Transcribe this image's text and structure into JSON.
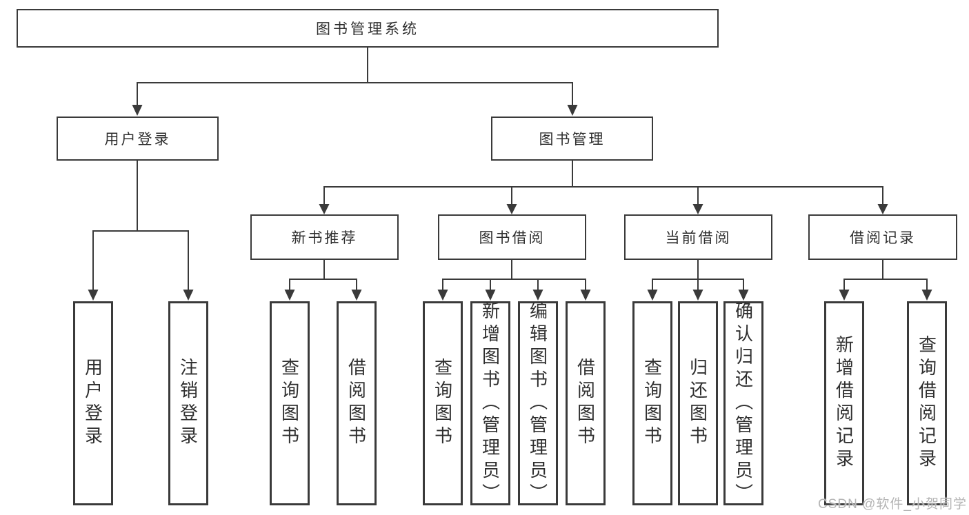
{
  "diagram": {
    "type": "hierarchy-tree",
    "direction": "top-down",
    "colors": {
      "line": "#3a3a3a",
      "border": "#3a3a3a",
      "text": "#2f2f2f",
      "background": "#ffffff",
      "watermark": "#b5b5b5"
    }
  },
  "tree": {
    "label": "图书管理系统",
    "children": [
      {
        "label": "用户登录",
        "children": [
          {
            "label": "用户登录"
          },
          {
            "label": "注销登录"
          }
        ]
      },
      {
        "label": "图书管理",
        "children": [
          {
            "label": "新书推荐",
            "children": [
              {
                "label": "查询图书"
              },
              {
                "label": "借阅图书"
              }
            ]
          },
          {
            "label": "图书借阅",
            "children": [
              {
                "label": "查询图书"
              },
              {
                "label": "新增图书（管理员）"
              },
              {
                "label": "编辑图书（管理员）"
              },
              {
                "label": "借阅图书"
              }
            ]
          },
          {
            "label": "当前借阅",
            "children": [
              {
                "label": "查询图书"
              },
              {
                "label": "归还图书"
              },
              {
                "label": "确认归还（管理员）"
              }
            ]
          },
          {
            "label": "借阅记录",
            "children": [
              {
                "label": "新增借阅记录"
              },
              {
                "label": "查询借阅记录"
              }
            ]
          }
        ]
      }
    ]
  },
  "watermark": {
    "text": "CSDN @软件_小贺同学"
  }
}
